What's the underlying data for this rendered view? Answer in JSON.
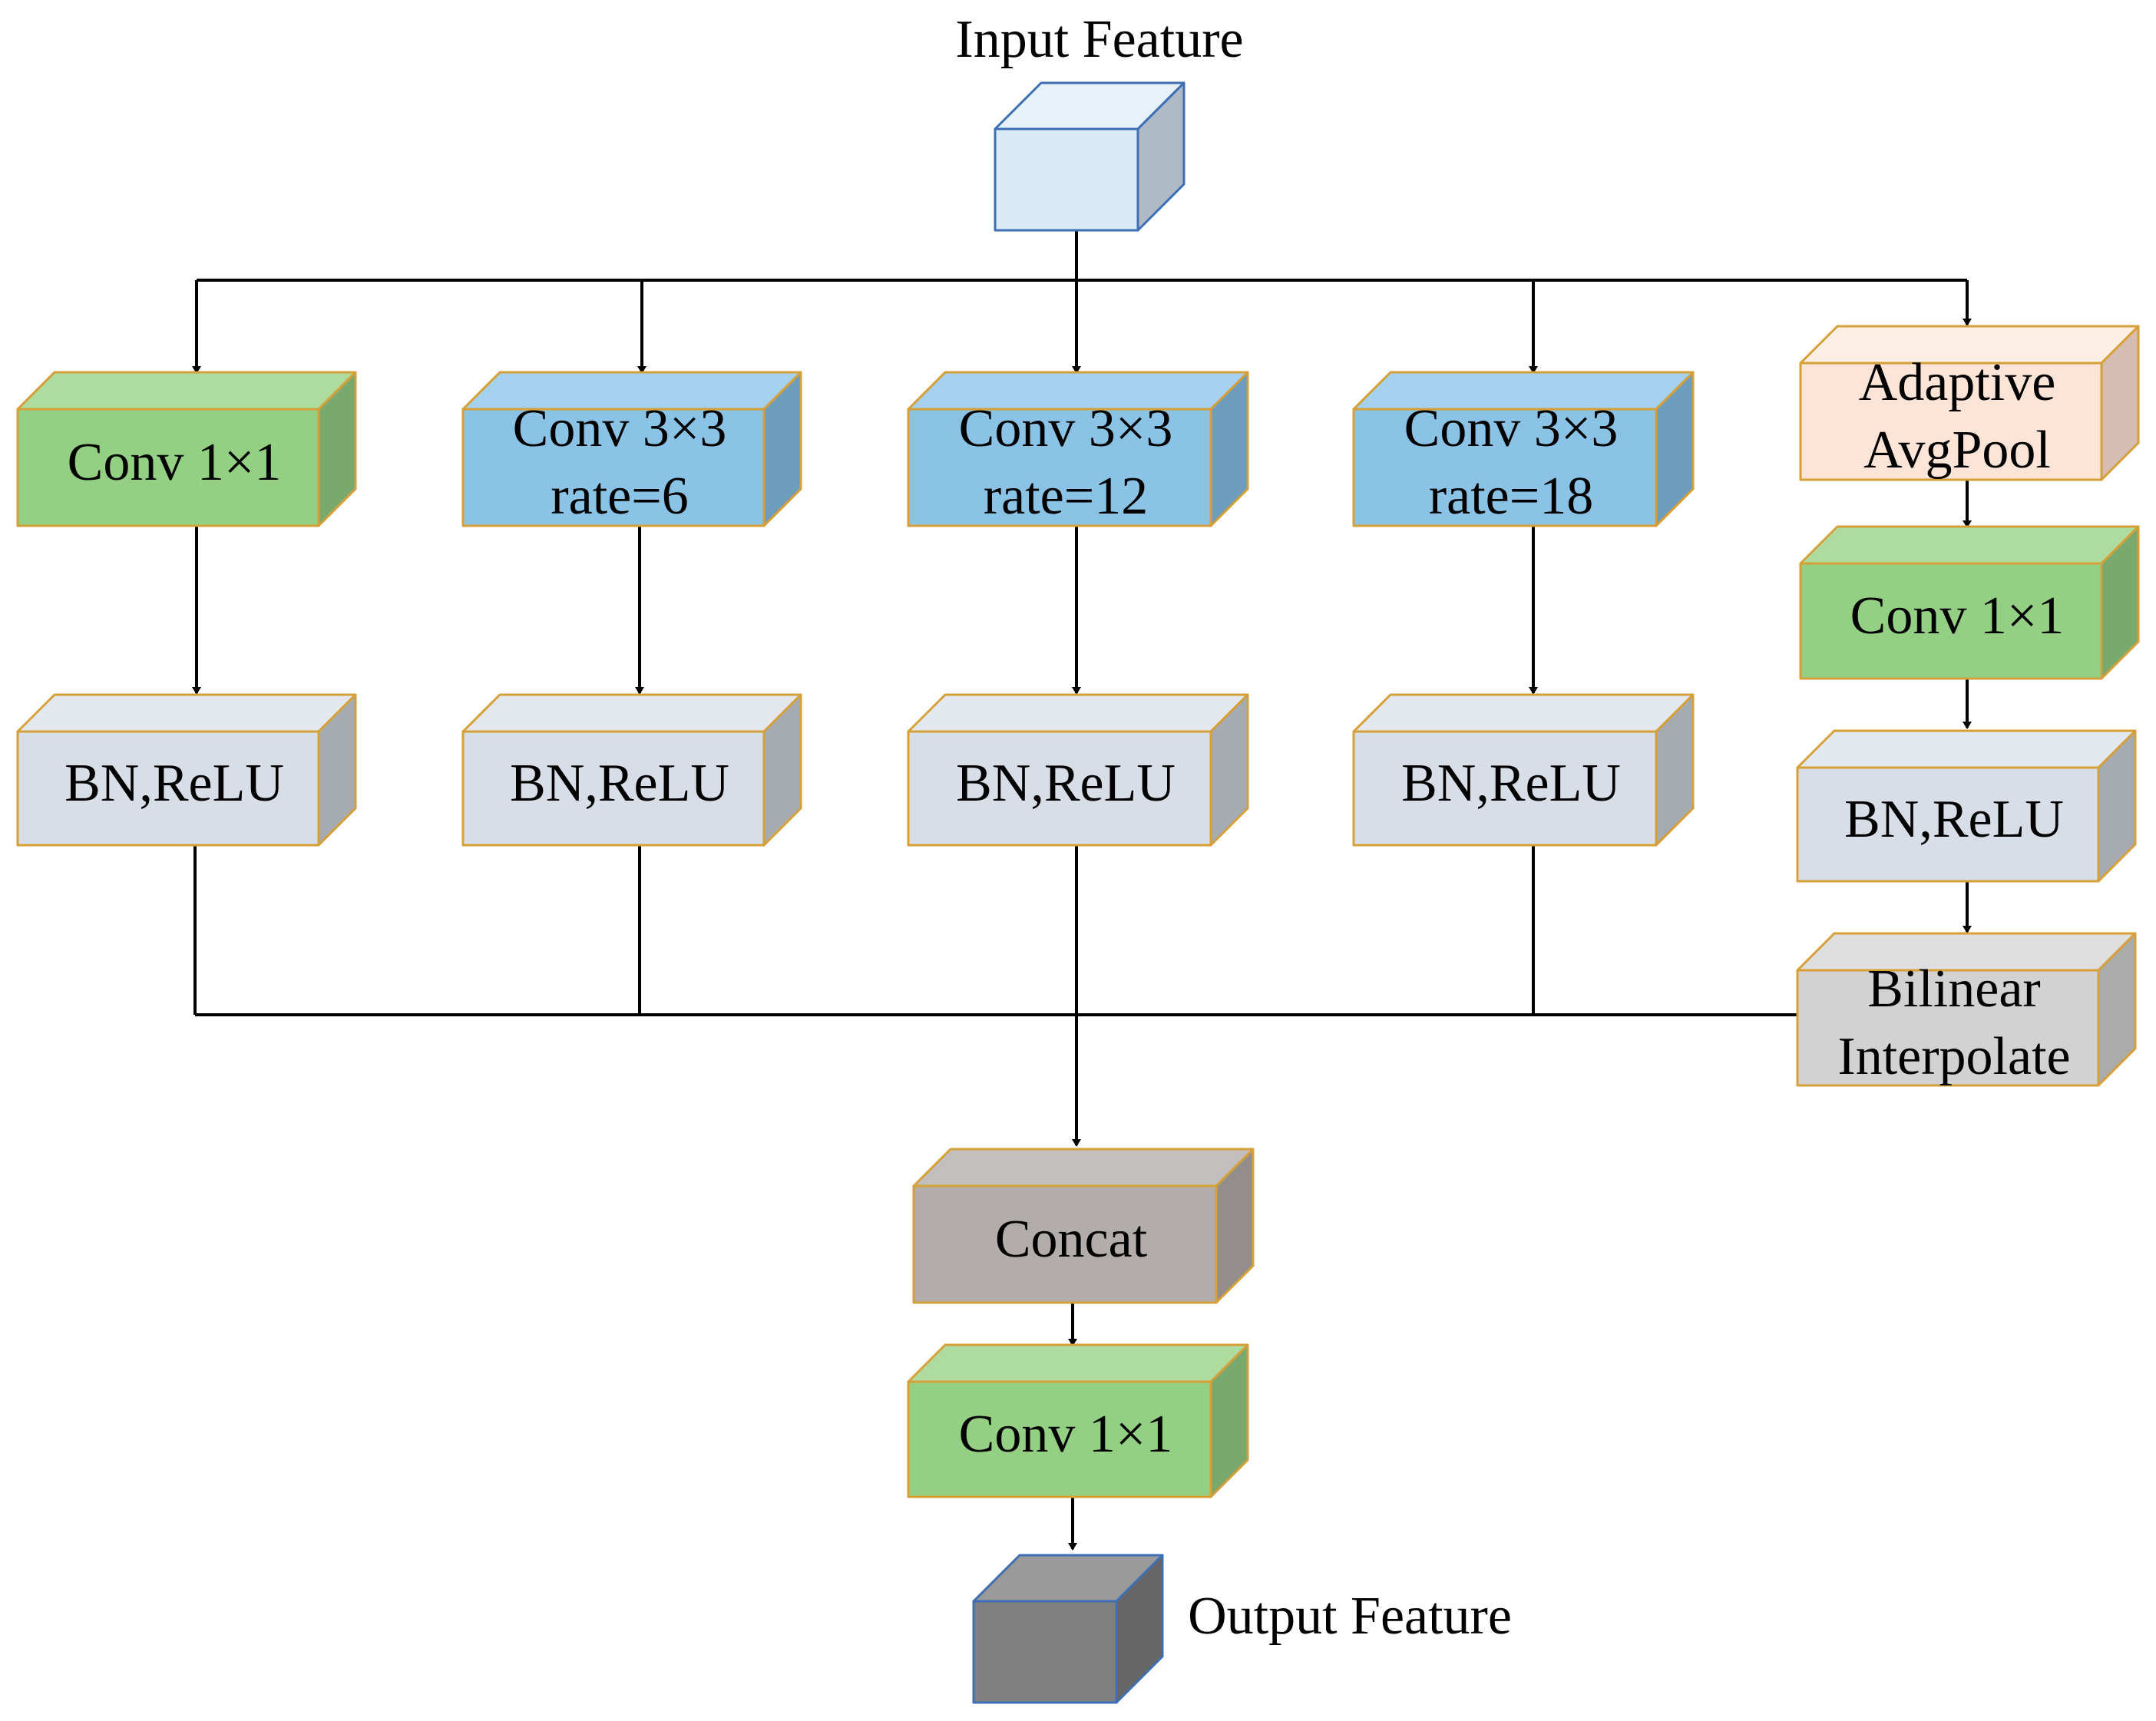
{
  "input_label": "Input Feature",
  "output_label": "Output Feature",
  "colors": {
    "green_front": "#93d083",
    "green_top": "#aedb9e",
    "green_side": "#79a96c",
    "blue_front": "#8ac3e6",
    "blue_top": "#a6d1ee",
    "blue_side": "#6d9cbd",
    "gray_front": "#d7dee8",
    "gray_top": "#e3e8ef",
    "gray_side": "#a6abb2",
    "peach_front": "#fce5d6",
    "peach_top": "#fdeee3",
    "peach_side": "#d7bcb1",
    "taupe_front": "#b2adab",
    "taupe_top": "#c3bfbe",
    "taupe_side": "#938d8b",
    "light_gray_front": "#d2d2d2",
    "light_gray_top": "#dedede",
    "light_gray_side": "#ababab",
    "input_front": "#d9eaf7",
    "input_top": "#e6f1fa",
    "input_side": "#aebbc6",
    "output_front": "#808080",
    "output_top": "#9a9a9a",
    "output_side": "#666666",
    "box_border": "#d6a038",
    "cube_border": "#3e6fb5"
  },
  "blocks": {
    "b1_conv": {
      "lines": [
        "Conv 1×1"
      ]
    },
    "b1_bn": {
      "lines": [
        "BN,ReLU"
      ]
    },
    "b2_conv": {
      "lines": [
        "Conv 3×3",
        "rate=6"
      ]
    },
    "b2_bn": {
      "lines": [
        "BN,ReLU"
      ]
    },
    "b3_conv": {
      "lines": [
        "Conv 3×3",
        "rate=12"
      ]
    },
    "b3_bn": {
      "lines": [
        "BN,ReLU"
      ]
    },
    "b4_conv": {
      "lines": [
        "Conv 3×3",
        "rate=18"
      ]
    },
    "b4_bn": {
      "lines": [
        "BN,ReLU"
      ]
    },
    "b5_pool": {
      "lines": [
        "Adaptive",
        "AvgPool"
      ]
    },
    "b5_conv": {
      "lines": [
        "Conv 1×1"
      ]
    },
    "b5_bn": {
      "lines": [
        "BN,ReLU"
      ]
    },
    "b5_interp": {
      "lines": [
        "Bilinear",
        "Interpolate"
      ]
    },
    "concat": {
      "lines": [
        "Concat"
      ]
    },
    "final_conv": {
      "lines": [
        "Conv 1×1"
      ]
    }
  }
}
